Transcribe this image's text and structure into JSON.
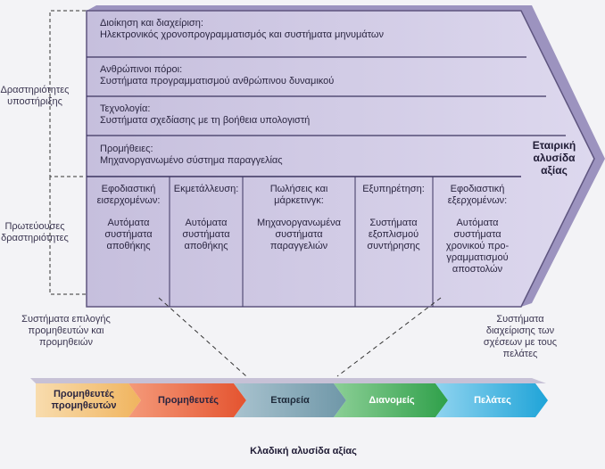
{
  "support_label": "Δραστηριότητες υποστήριξης",
  "primary_label": "Πρωτεύουσες δραστηριότητες",
  "support_rows": [
    {
      "title": "Διοίκηση και διαχείριση:",
      "body": "Ηλεκτρονικός χρονοπρογραμματισμός και συστήματα μηνυμάτων"
    },
    {
      "title": "Ανθρώπινοι πόροι:",
      "body": "Συστήματα προγραμματισμού ανθρώπινου δυναμικού"
    },
    {
      "title": "Τεχνολογία:",
      "body": "Συστήματα σχεδίασης με τη βοήθεια υπολογιστή"
    },
    {
      "title": "Προμήθειες:",
      "body": "Μηχανοργανωμένο σύστημα παραγγελίας"
    }
  ],
  "primary_cells": [
    {
      "title": "Εφοδιαστική εισερχομένων:",
      "body": "Αυτόματα συστήματα αποθήκης"
    },
    {
      "title": "Εκμετάλλευση:",
      "body": "Αυτόματα συστήματα αποθήκης"
    },
    {
      "title": "Πωλήσεις και μάρκετινγκ:",
      "body": "Μηχανοργανωμένα συστήματα παραγγελιών"
    },
    {
      "title": "Εξυπηρέτηση:",
      "body": "Συστήματα εξοπλισμού συντήρησης"
    },
    {
      "title": "Εφοδιαστική εξερχομένων:",
      "body": "Αυτόματα συστήματα χρονικού προ-γραμματισμού αποστολών"
    }
  ],
  "firm_value_chain_label": "Εταιρική αλυσίδα αξίας",
  "left_note": "Συστήματα επιλογής προμηθευτών και προμηθειών",
  "right_note": "Συστήματα διαχείρισης των σχέσεων με τους πελάτες",
  "industry_chain": [
    {
      "label": "Προμηθευτές προμηθευτών",
      "color": "#f4c27a"
    },
    {
      "label": "Προμηθευτές",
      "color": "#ee6a4a"
    },
    {
      "label": "Εταιρεία",
      "color": "#7fa8b8"
    },
    {
      "label": "Διανομείς",
      "color": "#3fb25a"
    },
    {
      "label": "Πελάτες",
      "color": "#2fb0de"
    }
  ],
  "industry_chain_label": "Κλαδική αλυσίδα αξίας",
  "colors": {
    "chain_fill": "#cfc9e3",
    "chain_border": "#5e557f",
    "arrow_side": "#a89fc7"
  }
}
